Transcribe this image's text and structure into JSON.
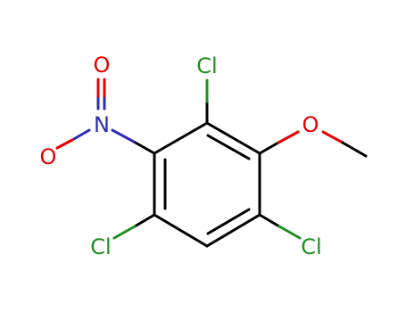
{
  "molecule": {
    "colors": {
      "bond": "#000000",
      "chlorine": "#1f8f1f",
      "oxygen": "#e60000",
      "nitrogen": "#2b2bb3"
    },
    "atoms": {
      "cl_top": "Cl",
      "cl_bottom_left": "Cl",
      "cl_bottom_right": "Cl",
      "o_methoxy": "O",
      "n_nitro": "N",
      "o_nitro_top": "O",
      "o_nitro_left": "O"
    }
  }
}
